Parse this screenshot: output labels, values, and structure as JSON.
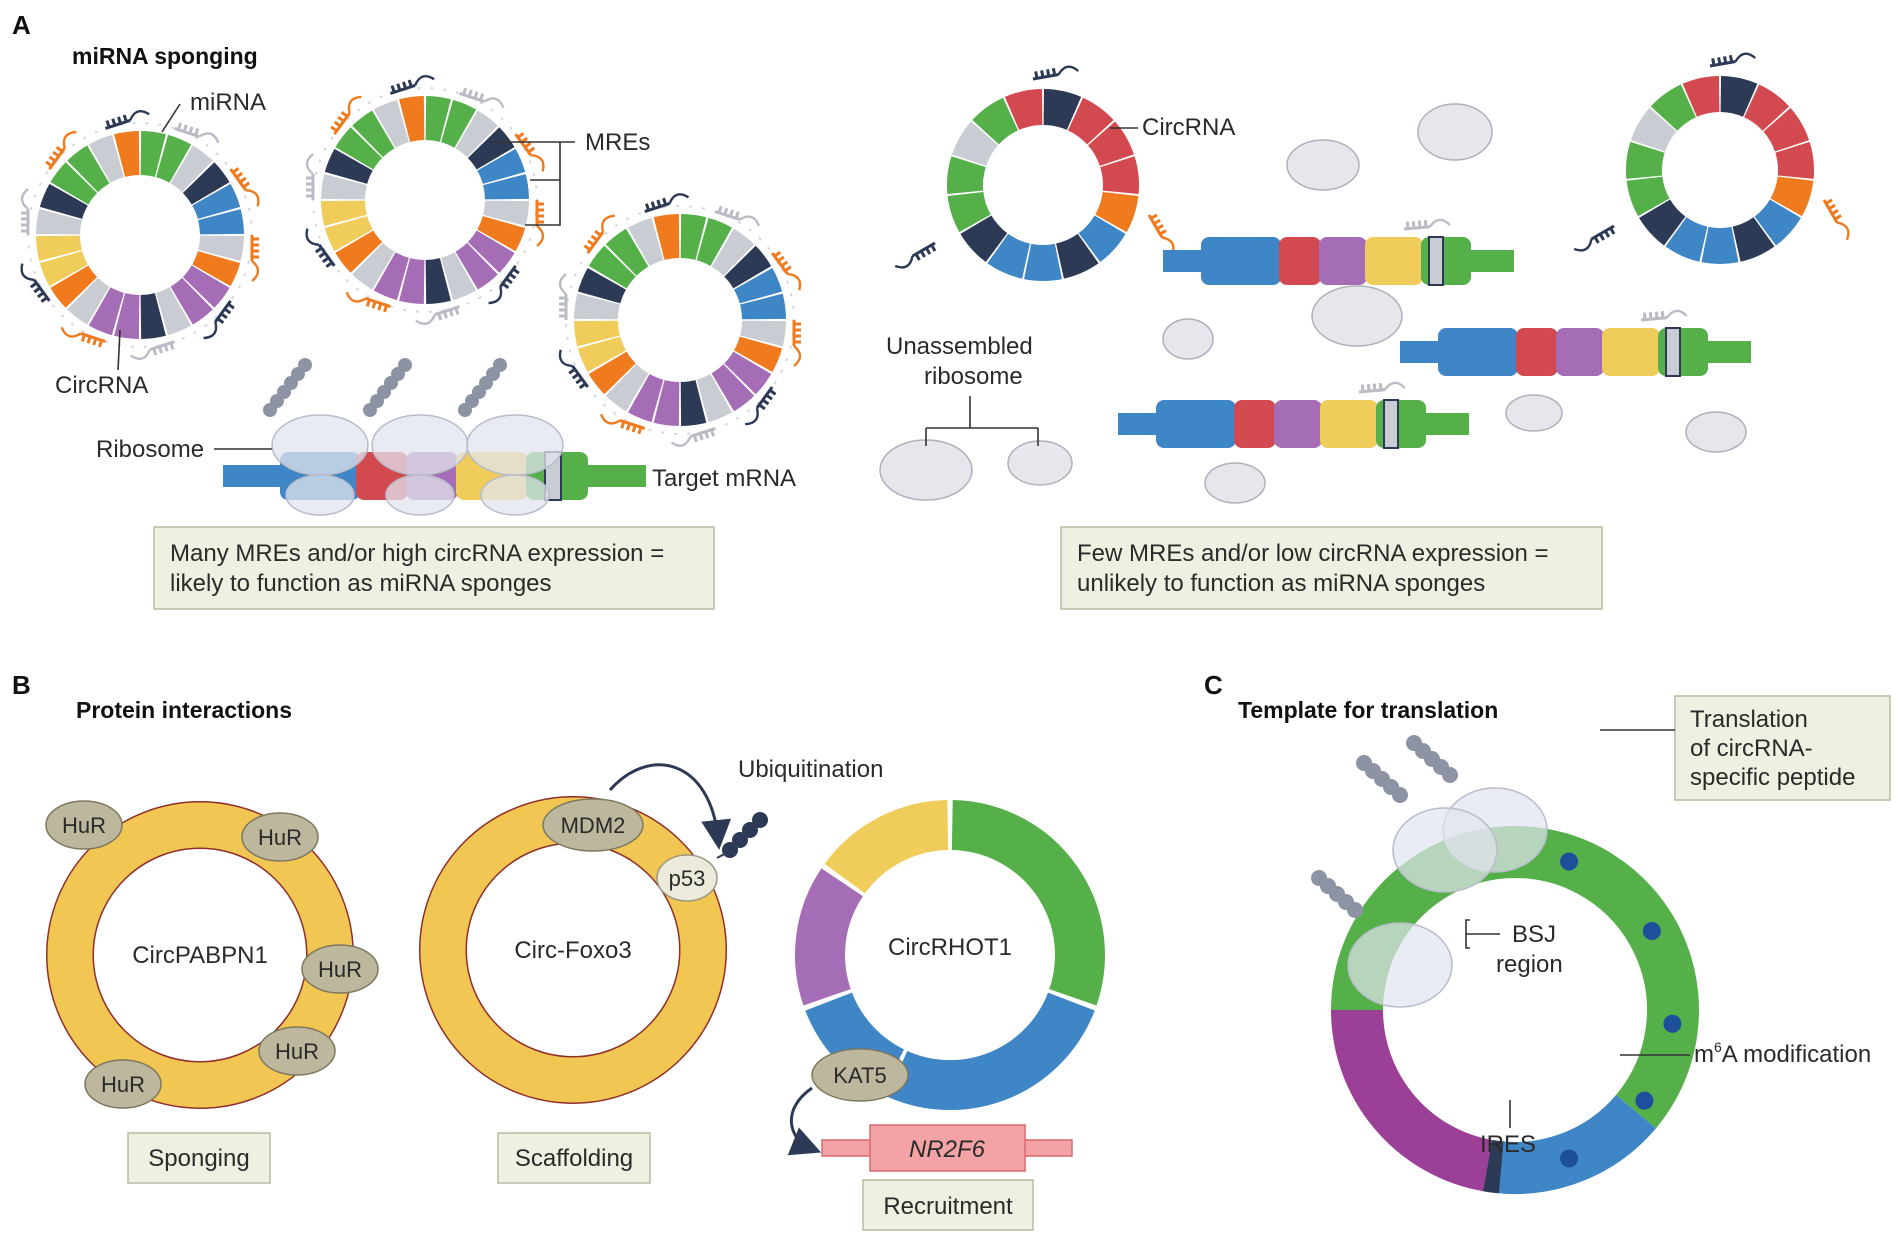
{
  "panels": {
    "a": {
      "letter": "A",
      "title": "miRNA sponging",
      "labels": {
        "mirna": "miRNA",
        "mres": "MREs",
        "circrna_left": "CircRNA",
        "ribosome": "Ribosome",
        "target_mrna": "Target mRNA",
        "circrna_right": "CircRNA",
        "unassembled_1": "Unassembled",
        "unassembled_2": "ribosome"
      },
      "box_left": [
        "Many MREs and/or high circRNA expression =",
        "likely to function as miRNA sponges"
      ],
      "box_right": [
        "Few MREs and/or low circRNA expression =",
        "unlikely to function as miRNA sponges"
      ]
    },
    "b": {
      "letter": "B",
      "title": "Protein interactions",
      "circ1": "CircPABPN1",
      "circ2": "Circ-Foxo3",
      "circ3": "CircRHOT1",
      "hur": "HuR",
      "mdm2": "MDM2",
      "p53": "p53",
      "kat5": "KAT5",
      "ubiquitination": "Ubiquitination",
      "gene": "NR2F6",
      "box1": "Sponging",
      "box2": "Scaffolding",
      "box3": "Recruitment"
    },
    "c": {
      "letter": "C",
      "title": "Template for translation",
      "box_lines": [
        "Translation",
        "of circRNA-",
        "specific peptide"
      ],
      "bsj_1": "BSJ",
      "bsj_2": "region",
      "m6a_prefix": "m",
      "m6a_sup": "6",
      "m6a_suffix": "A modification",
      "ires": "IRES"
    }
  },
  "colors": {
    "red": "#d24a4f",
    "green": "#55b04a",
    "blue": "#3f86c6",
    "purple": "#a56db5",
    "yellow": "#f0cc5a",
    "orange": "#f07a1e",
    "navy": "#2d3a55",
    "ring_yellow": "#f2c653",
    "protein": "#bdb79d",
    "box_fill": "#eef0e1"
  }
}
